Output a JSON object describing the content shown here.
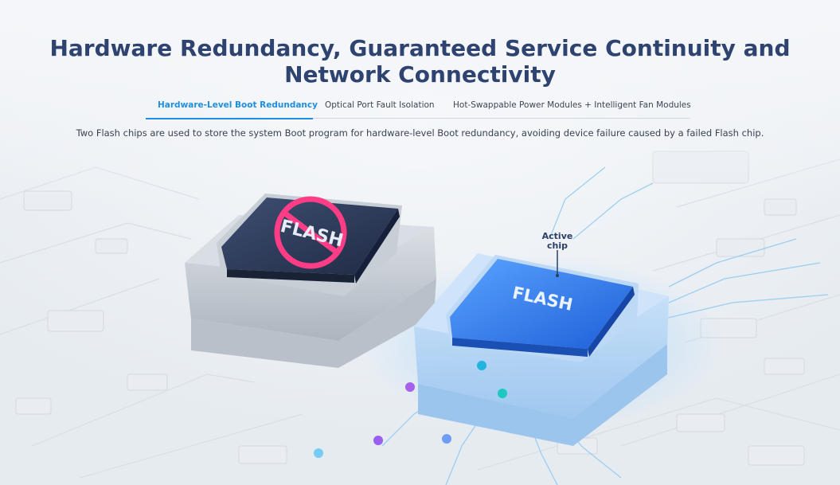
{
  "section": {
    "title_line1": "Hardware Redundancy, Guaranteed Service Continuity and",
    "title_line2": "Network Connectivity",
    "description": "Two Flash chips are used to store the system Boot program for hardware-level Boot redundancy, avoiding device failure caused by a failed Flash chip."
  },
  "tabs": [
    {
      "label": "Hardware-Level Boot Redundancy",
      "active": true
    },
    {
      "label": "Optical Port Fault Isolation",
      "active": false
    },
    {
      "label": "Hot-Swappable Power Modules + Intelligent Fan Modules",
      "active": false
    }
  ],
  "illustration": {
    "failed_chip_label": "FLASH",
    "active_chip_label": "FLASH",
    "callout_line1": "Active",
    "callout_line2": "chip",
    "failed_icon": "prohibited-icon",
    "colors": {
      "accent": "#1e8ee0",
      "title": "#2e4370",
      "prohibit": "#ff3d86",
      "active_chip": "#2f7ff0",
      "failed_chip": "#2a3a5c"
    }
  }
}
